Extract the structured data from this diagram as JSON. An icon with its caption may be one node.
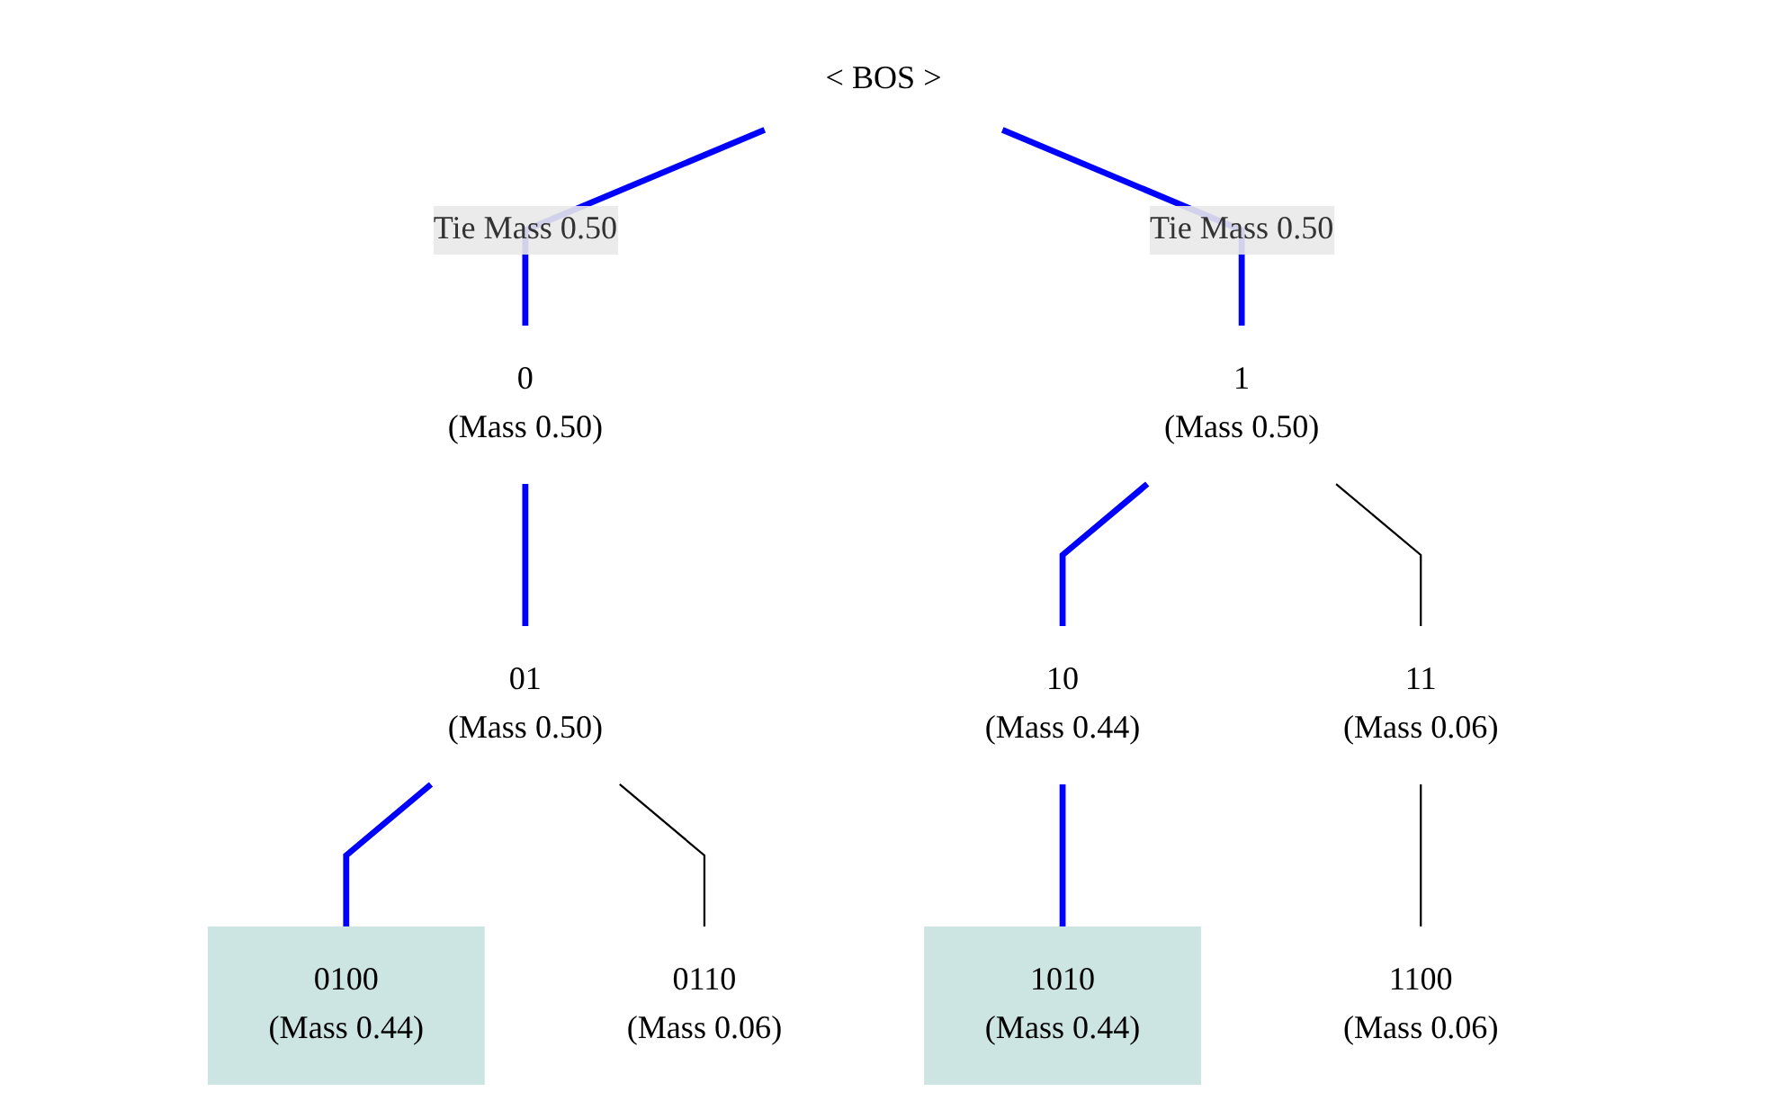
{
  "diagram": {
    "nodes": [
      {
        "text": [
          "< BOS >"
        ]
      },
      {
        "text": [
          "0",
          "(Mass 0.50)"
        ]
      },
      {
        "text": [
          "1",
          "(Mass 0.50)"
        ]
      },
      {
        "text": [
          "01",
          "(Mass 0.50)"
        ]
      },
      {
        "text": [
          "10",
          "(Mass 0.44)"
        ]
      },
      {
        "text": [
          "11",
          "(Mass 0.06)"
        ]
      },
      {
        "text": [
          "0100",
          "(Mass 0.44)"
        ]
      },
      {
        "text": [
          "0110",
          "(Mass 0.06)"
        ]
      },
      {
        "text": [
          "1010",
          "(Mass 0.44)"
        ]
      },
      {
        "text": [
          "1100",
          "(Mass 0.06)"
        ]
      }
    ],
    "edges": [
      {
        "from": 0,
        "to": 1,
        "arrow": "none",
        "label": "Tie Mass 0.50"
      },
      {
        "from": 0,
        "to": 2,
        "arrow": "none",
        "label": "Tie Mass 0.50"
      },
      {
        "from": 1,
        "to": 3,
        "arrow": "none"
      },
      {
        "from": 2,
        "to": 4,
        "arrow": "none"
      },
      {
        "from": 2,
        "to": 5,
        "arrow": "none",
        "color": "#000000"
      },
      {
        "from": 3,
        "to": 6,
        "arrow": "none"
      },
      {
        "from": 3,
        "to": 7,
        "arrow": "none",
        "color": "#000000"
      },
      {
        "from": 4,
        "to": 8,
        "arrow": "none"
      },
      {
        "from": 5,
        "to": 9,
        "arrow": "none",
        "color": "#000000"
      }
    ]
  }
}
